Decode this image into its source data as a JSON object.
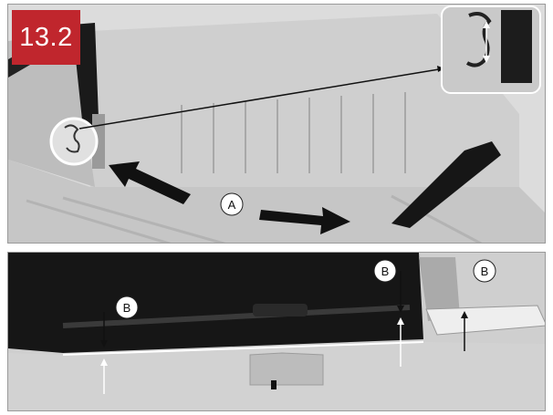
{
  "step_number": "13.2",
  "callouts": {
    "top_a": "A",
    "bottom_b_left": "B",
    "bottom_b_middle": "B",
    "bottom_b_right": "B"
  },
  "colors": {
    "badge": "#c0262d",
    "rail": "#1a1a1a",
    "cover": "#161616",
    "bed": "#d6d6d6"
  }
}
